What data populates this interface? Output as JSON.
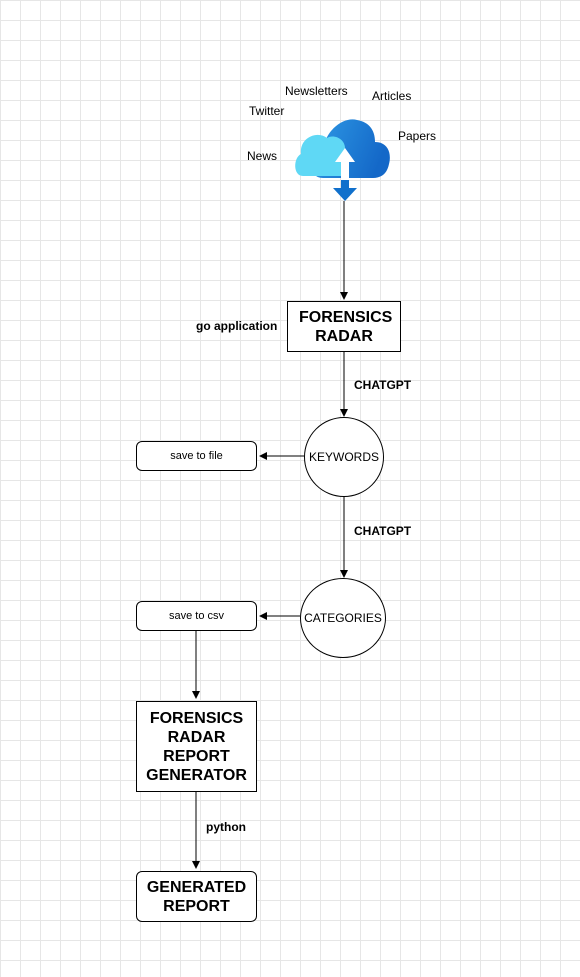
{
  "sources": {
    "newsletters": "Newsletters",
    "articles": "Articles",
    "twitter": "Twitter",
    "papers": "Papers",
    "news": "News"
  },
  "nodes": {
    "forensics_radar": "FORENSICS RADAR",
    "keywords": "KEYWORDS",
    "categories": "CATEGORIES",
    "save_to_file": "save to file",
    "save_to_csv": "save to csv",
    "report_generator": "FORENSICS RADAR REPORT GENERATOR",
    "generated_report": "GENERATED REPORT"
  },
  "edge_labels": {
    "go_application": "go application",
    "chatgpt_1": "CHATGPT",
    "chatgpt_2": "CHATGPT",
    "python": "python"
  },
  "colors": {
    "cloud_light": "#5fd8f5",
    "cloud_dark": "#1d7fd9",
    "arrow_blue": "#1070cc"
  },
  "icons": {
    "cloud": "cloud-upload-download-icon"
  }
}
